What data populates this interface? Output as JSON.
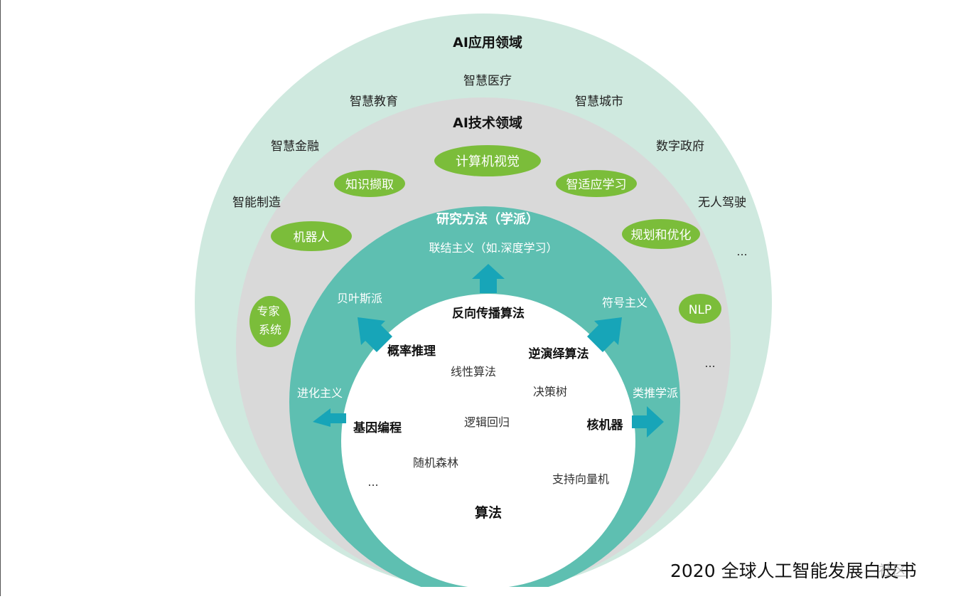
{
  "colors": {
    "outer_ring": "#cfe9df",
    "tech_ring": "#d9d9d9",
    "method_ring": "#5ebfb1",
    "core": "#ffffff",
    "pill": "#7bbd3a",
    "arrow": "#17a5b8"
  },
  "application": {
    "title": "AI应用领域",
    "items": [
      "智慧医疗",
      "智慧教育",
      "智慧城市",
      "智慧金融",
      "数字政府",
      "智能制造",
      "无人驾驶",
      "..."
    ]
  },
  "technology": {
    "title": "AI技术领域",
    "items": [
      "计算机视觉",
      "知识撷取",
      "智适应学习",
      "机器人",
      "规划和优化",
      "专家系统",
      "NLP",
      "..."
    ]
  },
  "methods": {
    "title": "研究方法（学派）",
    "items": [
      "联结主义（如.深度学习）",
      "贝叶斯派",
      "符号主义",
      "进化主义",
      "类推学派"
    ]
  },
  "algorithms": {
    "title": "算法",
    "bold_items": [
      "反向传播算法",
      "概率推理",
      "逆演绎算法",
      "基因编程",
      "核机器"
    ],
    "items": [
      "线性算法",
      "决策树",
      "逻辑回归",
      "随机森林",
      "支持向量机",
      "..."
    ]
  },
  "caption": "2020 全球人工智能发展白皮书",
  "watermark": "社区"
}
